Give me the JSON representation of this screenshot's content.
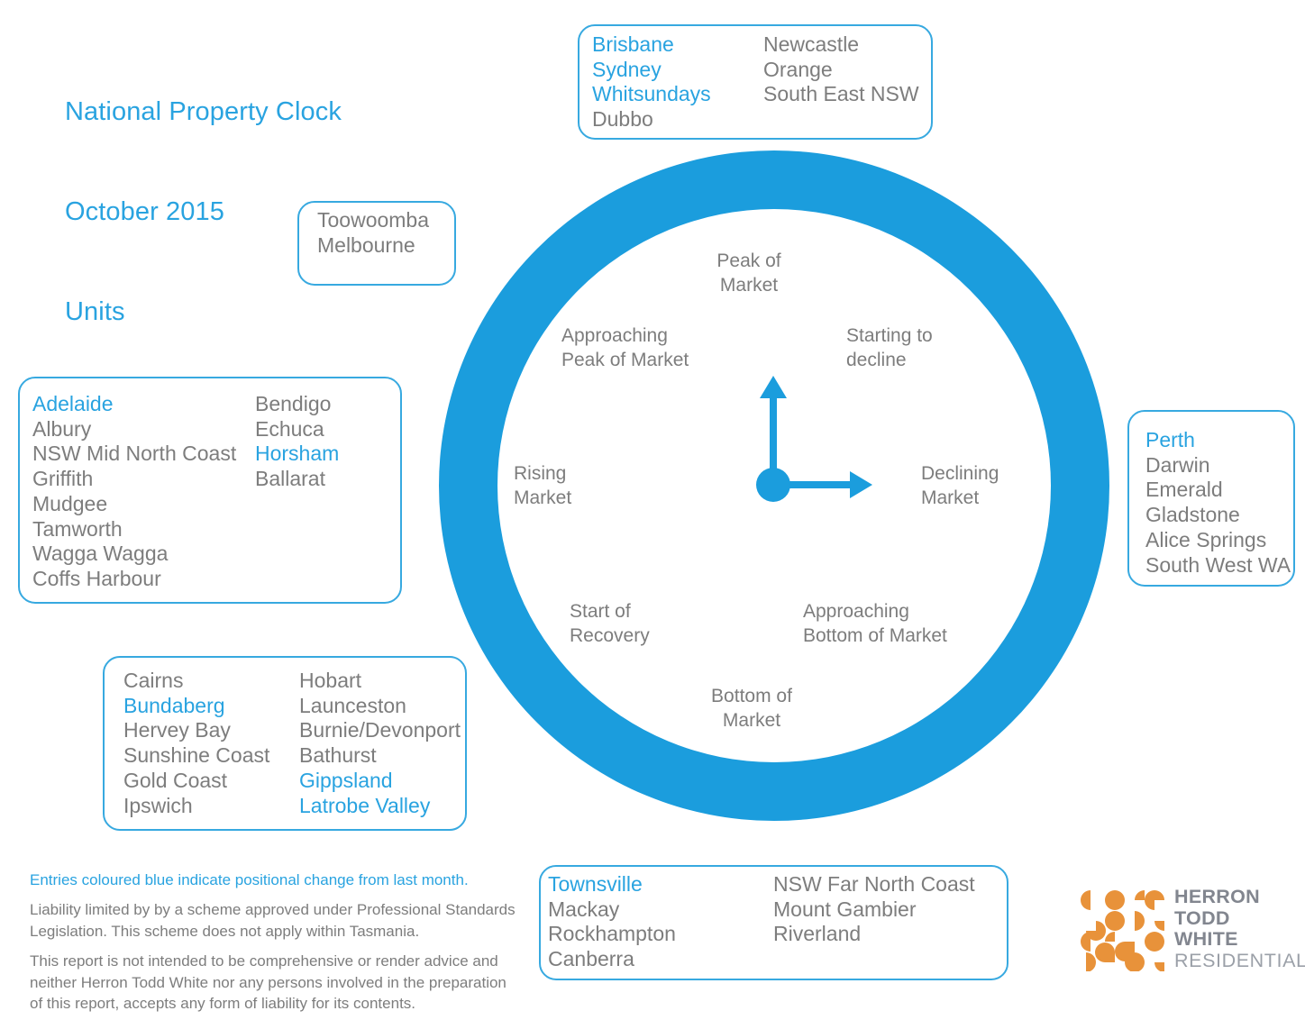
{
  "title": {
    "line1": "National Property Clock",
    "line2": "October 2015",
    "line3": "Units"
  },
  "clock": {
    "labels": {
      "peak_of_market": "Peak of\nMarket",
      "starting_to_decline": "Starting to\ndecline",
      "declining_market": "Declining\nMarket",
      "approaching_bottom_of_market": "Approaching\nBottom of Market",
      "bottom_of_market": "Bottom of\nMarket",
      "start_of_recovery": "Start of\nRecovery",
      "rising_market": "Rising\nMarket",
      "approaching_peak_of_market": "Approaching\nPeak of Market"
    },
    "hands": {
      "minute_hand_direction": "up",
      "hour_hand_direction": "right"
    },
    "colors": {
      "ring": "#1b9ddd",
      "hand": "#1b9ddd",
      "face": "#ffffff"
    }
  },
  "colors": {
    "accent_blue": "#29a3e0",
    "border_blue": "#37a9e0",
    "body_gray": "#7d7d7d",
    "logo_orange": "#e8923a",
    "logo_gray": "#82868f",
    "logo_gray_light": "#9ba0a8"
  },
  "boxes": {
    "peak_of_market": {
      "columns": [
        [
          {
            "label": "Brisbane",
            "changed": true
          },
          {
            "label": "Sydney",
            "changed": true
          },
          {
            "label": "Whitsundays",
            "changed": true
          },
          {
            "label": "Dubbo",
            "changed": false
          }
        ],
        [
          {
            "label": "Newcastle",
            "changed": false
          },
          {
            "label": "Orange",
            "changed": false
          },
          {
            "label": "South East NSW",
            "changed": false
          }
        ]
      ]
    },
    "approaching_peak_of_market": {
      "columns": [
        [
          {
            "label": "Toowoomba",
            "changed": false
          },
          {
            "label": "Melbourne",
            "changed": false
          }
        ]
      ]
    },
    "rising_market": {
      "columns": [
        [
          {
            "label": "Adelaide",
            "changed": true
          },
          {
            "label": "Albury",
            "changed": false
          },
          {
            "label": "NSW Mid North Coast",
            "changed": false
          },
          {
            "label": "Griffith",
            "changed": false
          },
          {
            "label": "Mudgee",
            "changed": false
          },
          {
            "label": "Tamworth",
            "changed": false
          },
          {
            "label": "Wagga Wagga",
            "changed": false
          },
          {
            "label": "Coffs Harbour",
            "changed": false
          }
        ],
        [
          {
            "label": "Bendigo",
            "changed": false
          },
          {
            "label": "Echuca",
            "changed": false
          },
          {
            "label": "Horsham",
            "changed": true
          },
          {
            "label": "Ballarat",
            "changed": false
          }
        ]
      ]
    },
    "start_of_recovery": {
      "columns": [
        [
          {
            "label": "Cairns",
            "changed": false
          },
          {
            "label": "Bundaberg",
            "changed": true
          },
          {
            "label": "Hervey Bay",
            "changed": false
          },
          {
            "label": "Sunshine Coast",
            "changed": false
          },
          {
            "label": "Gold Coast",
            "changed": false
          },
          {
            "label": "Ipswich",
            "changed": false
          }
        ],
        [
          {
            "label": "Hobart",
            "changed": false
          },
          {
            "label": "Launceston",
            "changed": false
          },
          {
            "label": "Burnie/Devonport",
            "changed": false
          },
          {
            "label": "Bathurst",
            "changed": false
          },
          {
            "label": "Gippsland",
            "changed": true
          },
          {
            "label": "Latrobe Valley",
            "changed": true
          }
        ]
      ]
    },
    "declining_market": {
      "columns": [
        [
          {
            "label": "Perth",
            "changed": true
          },
          {
            "label": "Darwin",
            "changed": false
          },
          {
            "label": "Emerald",
            "changed": false
          },
          {
            "label": "Gladstone",
            "changed": false
          },
          {
            "label": "Alice Springs",
            "changed": false
          },
          {
            "label": "South West WA",
            "changed": false
          }
        ]
      ]
    },
    "bottom_of_market": {
      "columns": [
        [
          {
            "label": "Townsville",
            "changed": true
          },
          {
            "label": "Mackay",
            "changed": false
          },
          {
            "label": "Rockhampton",
            "changed": false
          },
          {
            "label": "Canberra",
            "changed": false
          }
        ],
        [
          {
            "label": "NSW Far North Coast",
            "changed": false
          },
          {
            "label": "Mount Gambier",
            "changed": false
          },
          {
            "label": "Riverland",
            "changed": false
          }
        ]
      ]
    }
  },
  "footer": {
    "note": "Entries coloured blue indicate positional change from last month.",
    "liability": "Liability limited by by a scheme approved under Professional Standards Legislation. This scheme does not apply within Tasmania.",
    "disclaimer": "This report is not intended to be comprehensive or render advice and neither Herron Todd White nor any persons involved in the preparation of this report, accepts any form of liability for its contents."
  },
  "logo": {
    "line1": "HERRON",
    "line2": "TODD",
    "line3": "WHITE",
    "line4": "RESIDENTIAL"
  }
}
